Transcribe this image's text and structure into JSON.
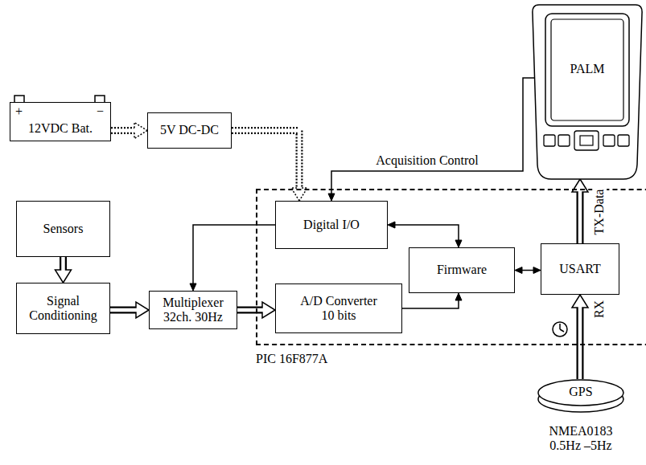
{
  "diagram": {
    "nodes": [
      {
        "text": [
          "12VDC Bat."
        ]
      },
      {
        "text": [
          "5V DC-DC"
        ]
      },
      {
        "text": [
          "Sensors"
        ]
      },
      {
        "text": [
          "Signal Conditioning"
        ]
      },
      {
        "text": [
          "Multiplexer 32ch. 30Hz"
        ]
      },
      {
        "text": [
          "PIC 16F877A"
        ]
      },
      {
        "text": [
          "Digital I/O"
        ],
        "in": 5
      },
      {
        "text": [
          "A/D Converter 10 bits"
        ],
        "in": 5
      },
      {
        "text": [
          "Firmware"
        ],
        "in": 5
      },
      {
        "text": [
          "USART"
        ],
        "in": 5
      },
      {
        "text": [
          "PALM"
        ]
      },
      {
        "text": [
          "GPS",
          "NMEA0183 0.5Hz –5Hz"
        ]
      }
    ],
    "edges": [
      {
        "from": 0,
        "to": 1,
        "arrow": "to"
      },
      {
        "from": 1,
        "to": 6,
        "arrow": "to"
      },
      {
        "from": 2,
        "to": 3,
        "arrow": "to"
      },
      {
        "from": 3,
        "to": 4,
        "arrow": "to"
      },
      {
        "from": 4,
        "to": 7,
        "arrow": "to"
      },
      {
        "from": 6,
        "to": 4,
        "arrow": "to"
      },
      {
        "from": 6,
        "to": 8,
        "arrow": "both"
      },
      {
        "from": 7,
        "to": 8,
        "arrow": "to"
      },
      {
        "from": 8,
        "to": 9,
        "arrow": "both"
      },
      {
        "from": 9,
        "to": 10,
        "label": "TX-Data",
        "arrow": "to"
      },
      {
        "from": 11,
        "to": 9,
        "label": "RX",
        "arrow": "to"
      },
      {
        "from": 10,
        "to": 6,
        "label": "Acquisition Control",
        "arrow": "to"
      }
    ],
    "labels": [
      "+",
      "−"
    ]
  }
}
